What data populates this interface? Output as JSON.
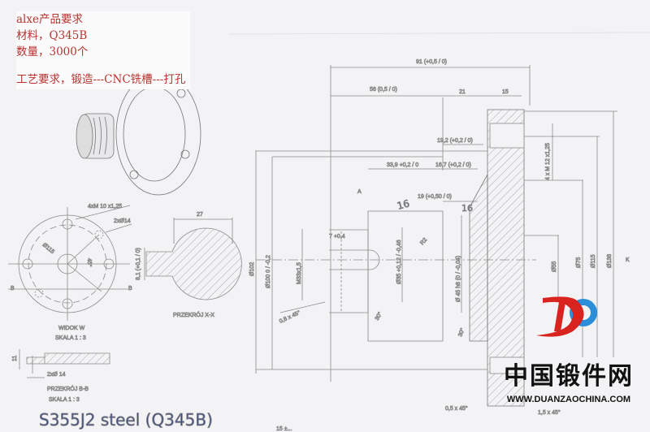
{
  "requirements": {
    "line1": "alxe产品要求",
    "line2": "材料，Q345B",
    "line3": "数量，3000个",
    "line4": "工艺要求，锻造---CNC铣槽---打孔"
  },
  "drawing": {
    "view_w_title": "WIDOK W",
    "view_w_scale": "SKALA 1 : 3",
    "section_xx_title": "PRZEKRÓJ X-X",
    "section_bb_title": "PRZEKRÓJ B-B",
    "section_bb_scale": "SKALA 1 : 3",
    "holes_label": "4xM 10 x1,25",
    "pin_holes_label": "2xØ14",
    "pcd_label": "Ø115",
    "angle_label": "45°",
    "section_b_marker": "B",
    "width_27": "27",
    "key_depth": "8,1 (+0,1 / 0)",
    "bb_depth": "11",
    "bb_hole": "2xØ 14",
    "dim_total": "91 (+0,5 / 0)",
    "dim_56": "56 (0,5 / 0)",
    "dim_21": "21",
    "dim_15": "15",
    "dim_19_2": "19,2 (+0,2 / 0)",
    "dim_33_9": "33,9 +0,2 / 0",
    "dim_16_7": "16,7 (+0,2 / 0)",
    "dim_19": "19 (+0,50 / 0)",
    "dim_thread": "M33x1,5",
    "dim_d35": "Ø35 +0,12 / -0,46",
    "dim_d45": "Ø 45 h8 (0 / -0,04)",
    "dim_d102": "Ø102",
    "dim_d100": "Ø100 0 / -0,2",
    "dim_r2": "R2",
    "dim_chamfer": "0,8 x 45°",
    "dim_chamfer2": "0,5 x 45°",
    "dim_chamfer3": "1,5 x 45°",
    "dim_30": "30°",
    "dim_holes_right": "4 x M 12 x1,25",
    "dim_d55": "Ø55",
    "dim_d75": "Ø75",
    "dim_d115": "Ø115",
    "dim_d138": "Ø138",
    "marker_a": "A",
    "marker_k": "K",
    "slot_label": "7 +0,4",
    "hand_16a": "16",
    "hand_16b": "16",
    "hand_note": "S355J2 steel (Q345B)",
    "bottom_partial": "15 ±..."
  },
  "brand": {
    "name": "中国锻件网",
    "url": "WWW.DUANZAOCHINA.COM",
    "colors": {
      "red": "#d8231f",
      "blue": "#2a8fd8"
    }
  }
}
